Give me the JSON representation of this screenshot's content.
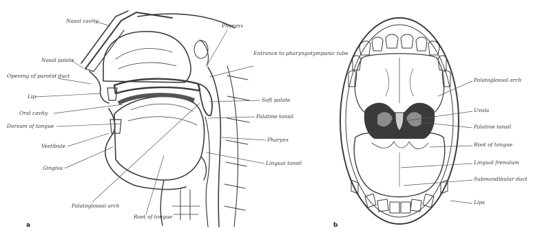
{
  "figure": {
    "panels": [
      {
        "id": "a",
        "label": "a",
        "labels": [
          "Nasal cavity",
          "Nasal palate",
          "Opening of parotid duct",
          "Lip",
          "Oral cavity",
          "Dorsum of tongue",
          "Vestibule",
          "Gingiva",
          "Pharynx",
          "Entrance to pharyngotympanic tube",
          "Soft palate",
          "Palatine tonsil",
          "Pharynx",
          "Lingual tonsil",
          "Palatoglossal arch",
          "Root of tongue"
        ]
      },
      {
        "id": "b",
        "label": "b",
        "labels": [
          "Palatoglossal arch",
          "Uvula",
          "Palatine tonsil",
          "Root of tongue",
          "Lingual frenulum",
          "Submandibular duct",
          "Lips"
        ]
      }
    ]
  }
}
